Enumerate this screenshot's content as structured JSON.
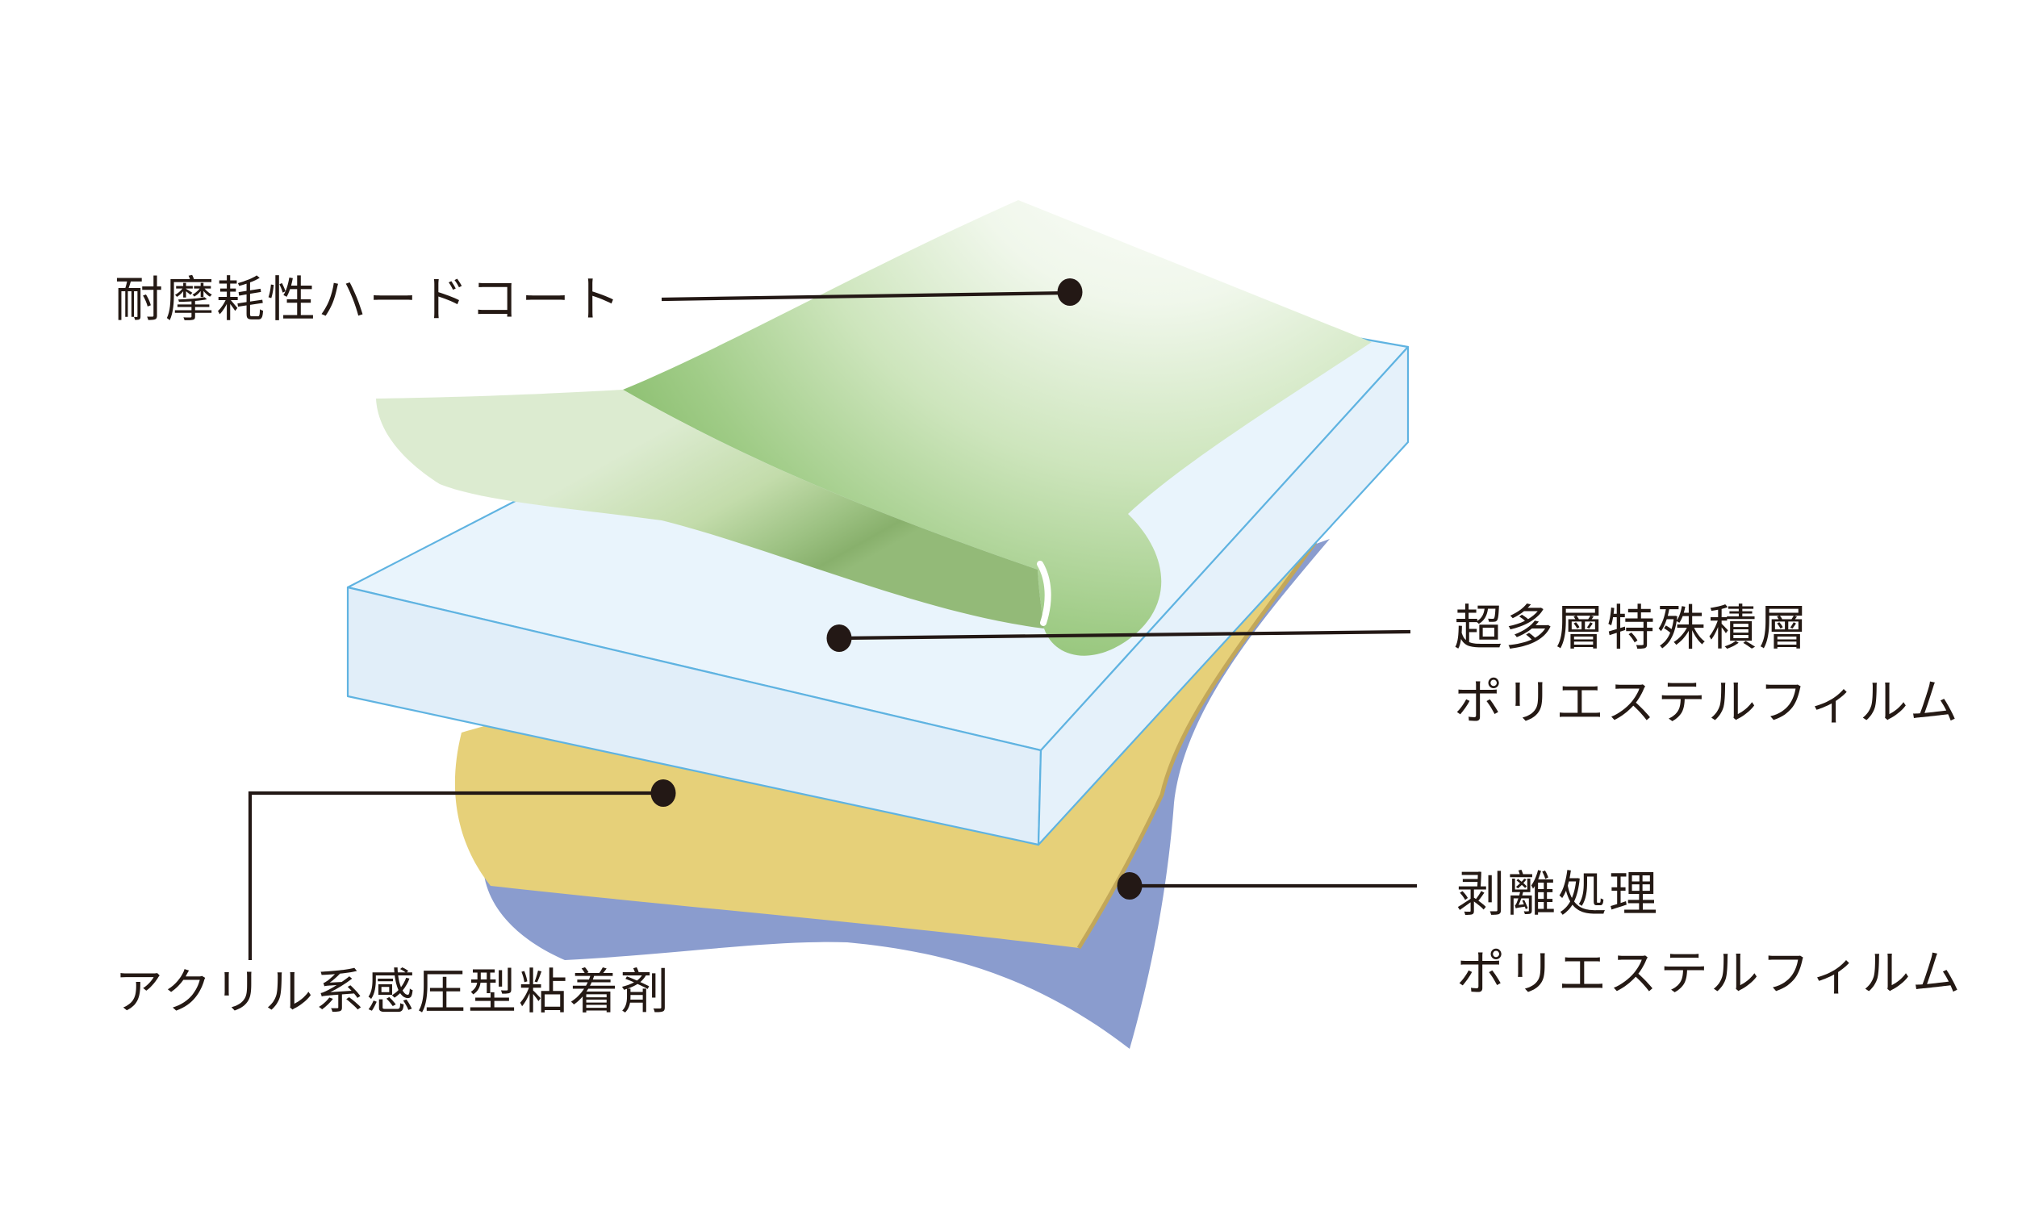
{
  "diagram": {
    "labels": {
      "hard_coat": "耐摩耗性ハードコート",
      "base_film_line1": "超多層特殊積層",
      "base_film_line2": "ポリエステルフィルム",
      "adhesive": "アクリル系感圧型粘着剤",
      "release_film_line1": "剥離処理",
      "release_film_line2": "ポリエステルフィルム"
    },
    "colors": {
      "hard_coat_green": "#7db55f",
      "hard_coat_underside_green": "#c3dcab",
      "base_film_fill": "#e9f4fc",
      "base_film_front_fill": "#e1eef9",
      "base_film_end_fill": "#e5f1fa",
      "base_film_edge": "#5fb3e1",
      "adhesive_yellow": "#e6d079",
      "adhesive_edge_tan": "#c2a759",
      "release_film_blue": "#8a9cce",
      "leader_line": "#231815",
      "text": "#241914",
      "background": "#ffffff"
    }
  }
}
